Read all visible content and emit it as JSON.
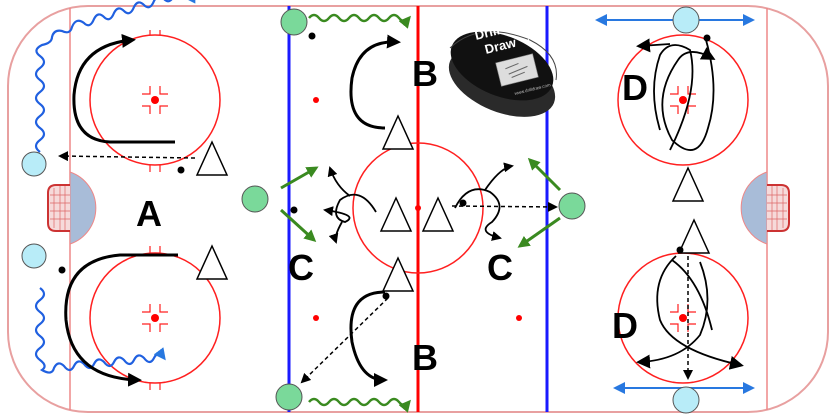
{
  "diagram": {
    "stations": [
      "A",
      "B",
      "B",
      "C",
      "C",
      "D",
      "D"
    ],
    "logo": {
      "line1": "Drill",
      "line2": "Draw",
      "mark": "™",
      "url_text": "www.drilldraw.com"
    },
    "colors": {
      "ice": "#ffffff",
      "boards": "#e8a0a0",
      "red_line": "#ff0000",
      "blue_line": "#1a1aff",
      "crease": "#a8bcd8",
      "skating_wavy": "#2060e0",
      "green_pass": "#3a8a20",
      "forward_player": "#7ad99a",
      "defense_player": "#b8ecf8",
      "arrow": "#000000",
      "blue_arrow": "#2878e0"
    },
    "icons": [
      "triangle-cone-icon",
      "circle-player-icon",
      "puck-icon",
      "faceoff-dot-icon",
      "net-icon"
    ]
  }
}
